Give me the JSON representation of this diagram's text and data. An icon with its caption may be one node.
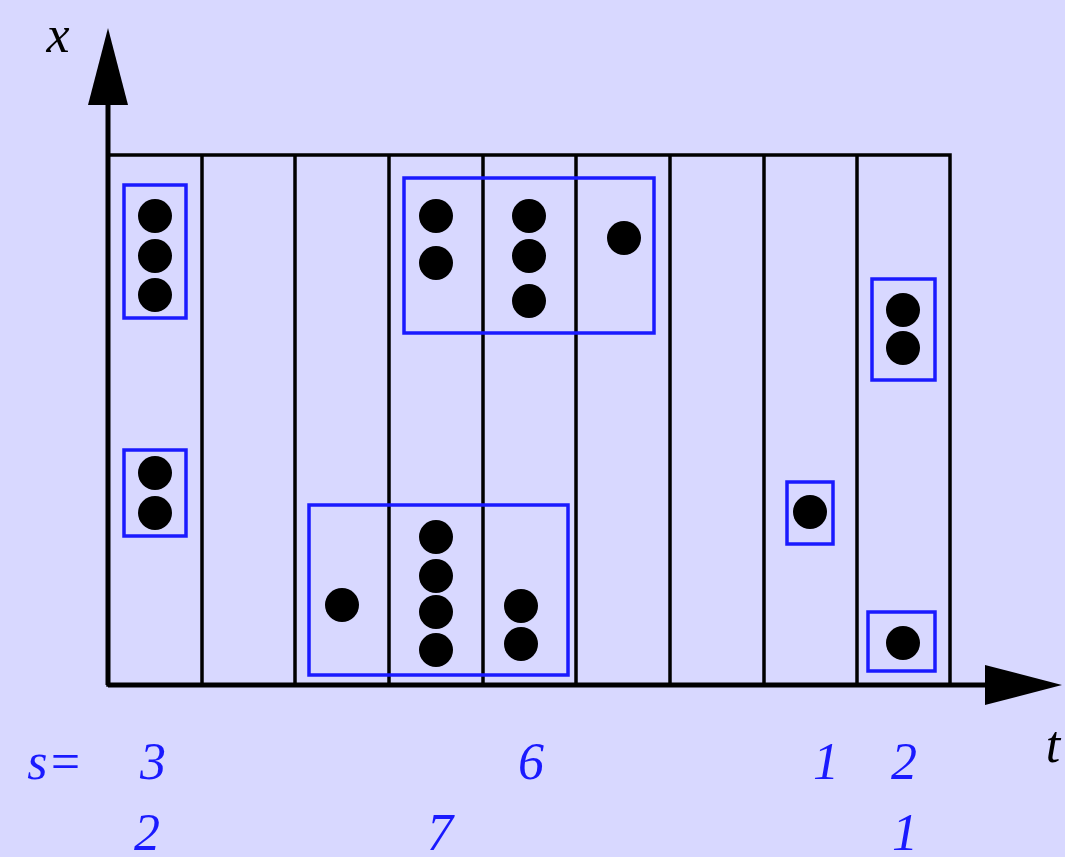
{
  "diagram": {
    "labels": [
      "x",
      "t",
      "s=",
      "3",
      "6",
      "1",
      "2",
      "2",
      "7",
      "1"
    ]
  }
}
